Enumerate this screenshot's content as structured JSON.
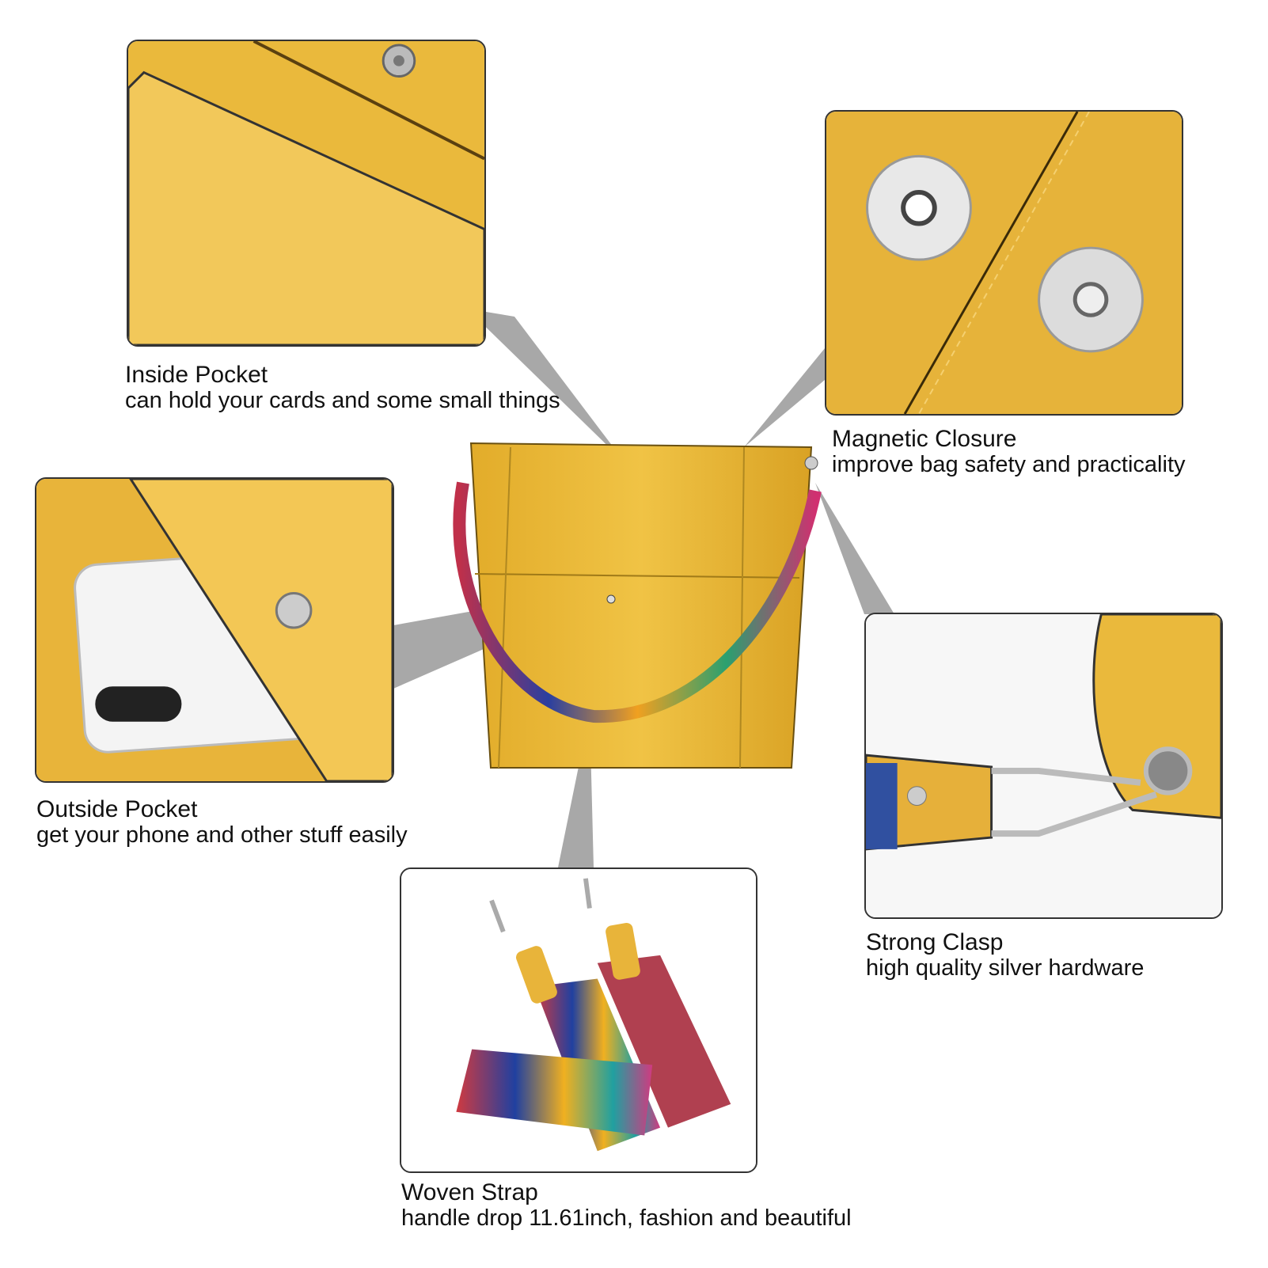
{
  "features": [
    {
      "title": "Inside Pocket",
      "description": "can hold your cards and some small things"
    },
    {
      "title": "Magnetic Closure",
      "description": "improve bag safety and practicality"
    },
    {
      "title": "Outside Pocket",
      "description": "get your phone and other stuff easily"
    },
    {
      "title": "Strong Clasp",
      "description": "high quality silver hardware"
    },
    {
      "title": "Woven Strap",
      "description": "handle drop 11.61inch, fashion and beautiful"
    }
  ],
  "colors": {
    "leather": "#e9b83a",
    "connector": "#a8a8a8",
    "border": "#333333"
  }
}
